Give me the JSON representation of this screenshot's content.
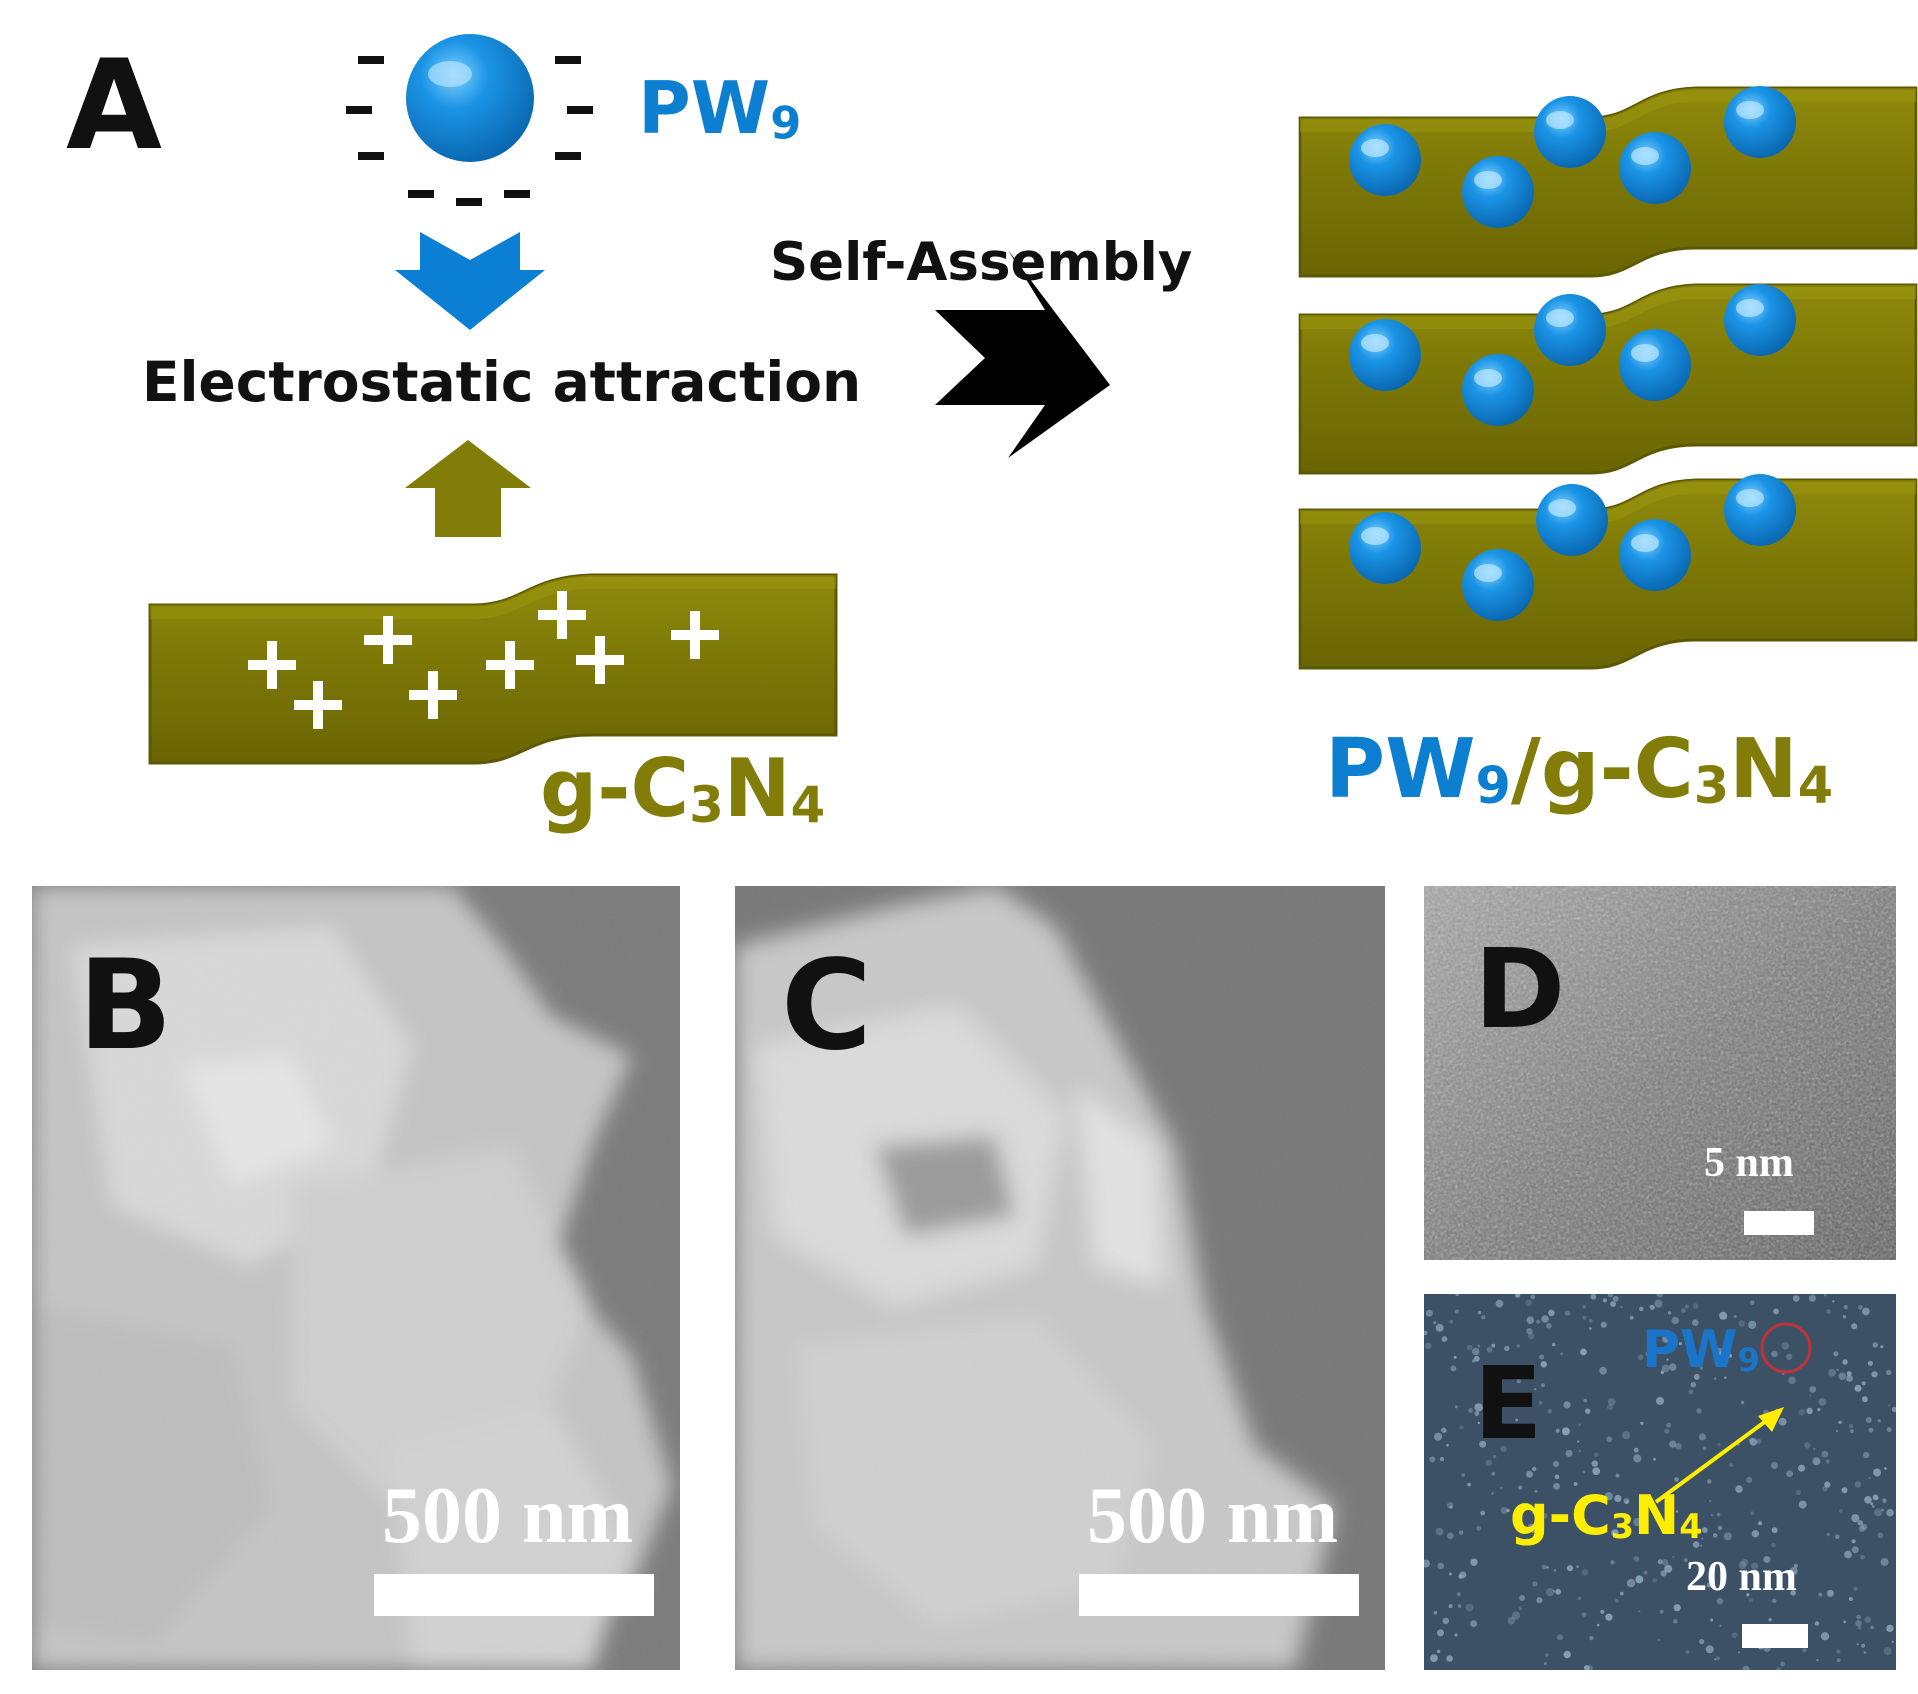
{
  "panels": {
    "a": {
      "letter": "A",
      "pw9_label": "PW",
      "pw9_sub": "9",
      "electrostatic_label": "Electrostatic attraction",
      "self_assembly_label": "Self-Assembly",
      "gcn_label_pre": "g-C",
      "gcn_sub1": "3",
      "gcn_mid": "N",
      "gcn_sub2": "4",
      "composite_pw": "PW",
      "composite_pw_sub": "9",
      "composite_rest_pre": "/g-C",
      "composite_sub1": "3",
      "composite_mid": "N",
      "composite_sub2": "4"
    },
    "b": {
      "letter": "B",
      "scale": "500 nm"
    },
    "c": {
      "letter": "C",
      "scale": "500 nm"
    },
    "d": {
      "letter": "D",
      "scale": "5 nm"
    },
    "e": {
      "letter": "E",
      "scale": "20 nm",
      "pw9_label": "PW",
      "pw9_sub": "9",
      "gcn_pre": "g-C",
      "gcn_sub1": "3",
      "gcn_mid": "N",
      "gcn_sub2": "4"
    }
  },
  "colors": {
    "sheet": "#7f7a06",
    "sheet_dark": "#5e5a04",
    "sphere": "#0b7fd4",
    "label_blue": "#0c7fd0",
    "label_olive": "#827d08",
    "yellow": "#ffee00",
    "circle_red": "#c0323a"
  }
}
